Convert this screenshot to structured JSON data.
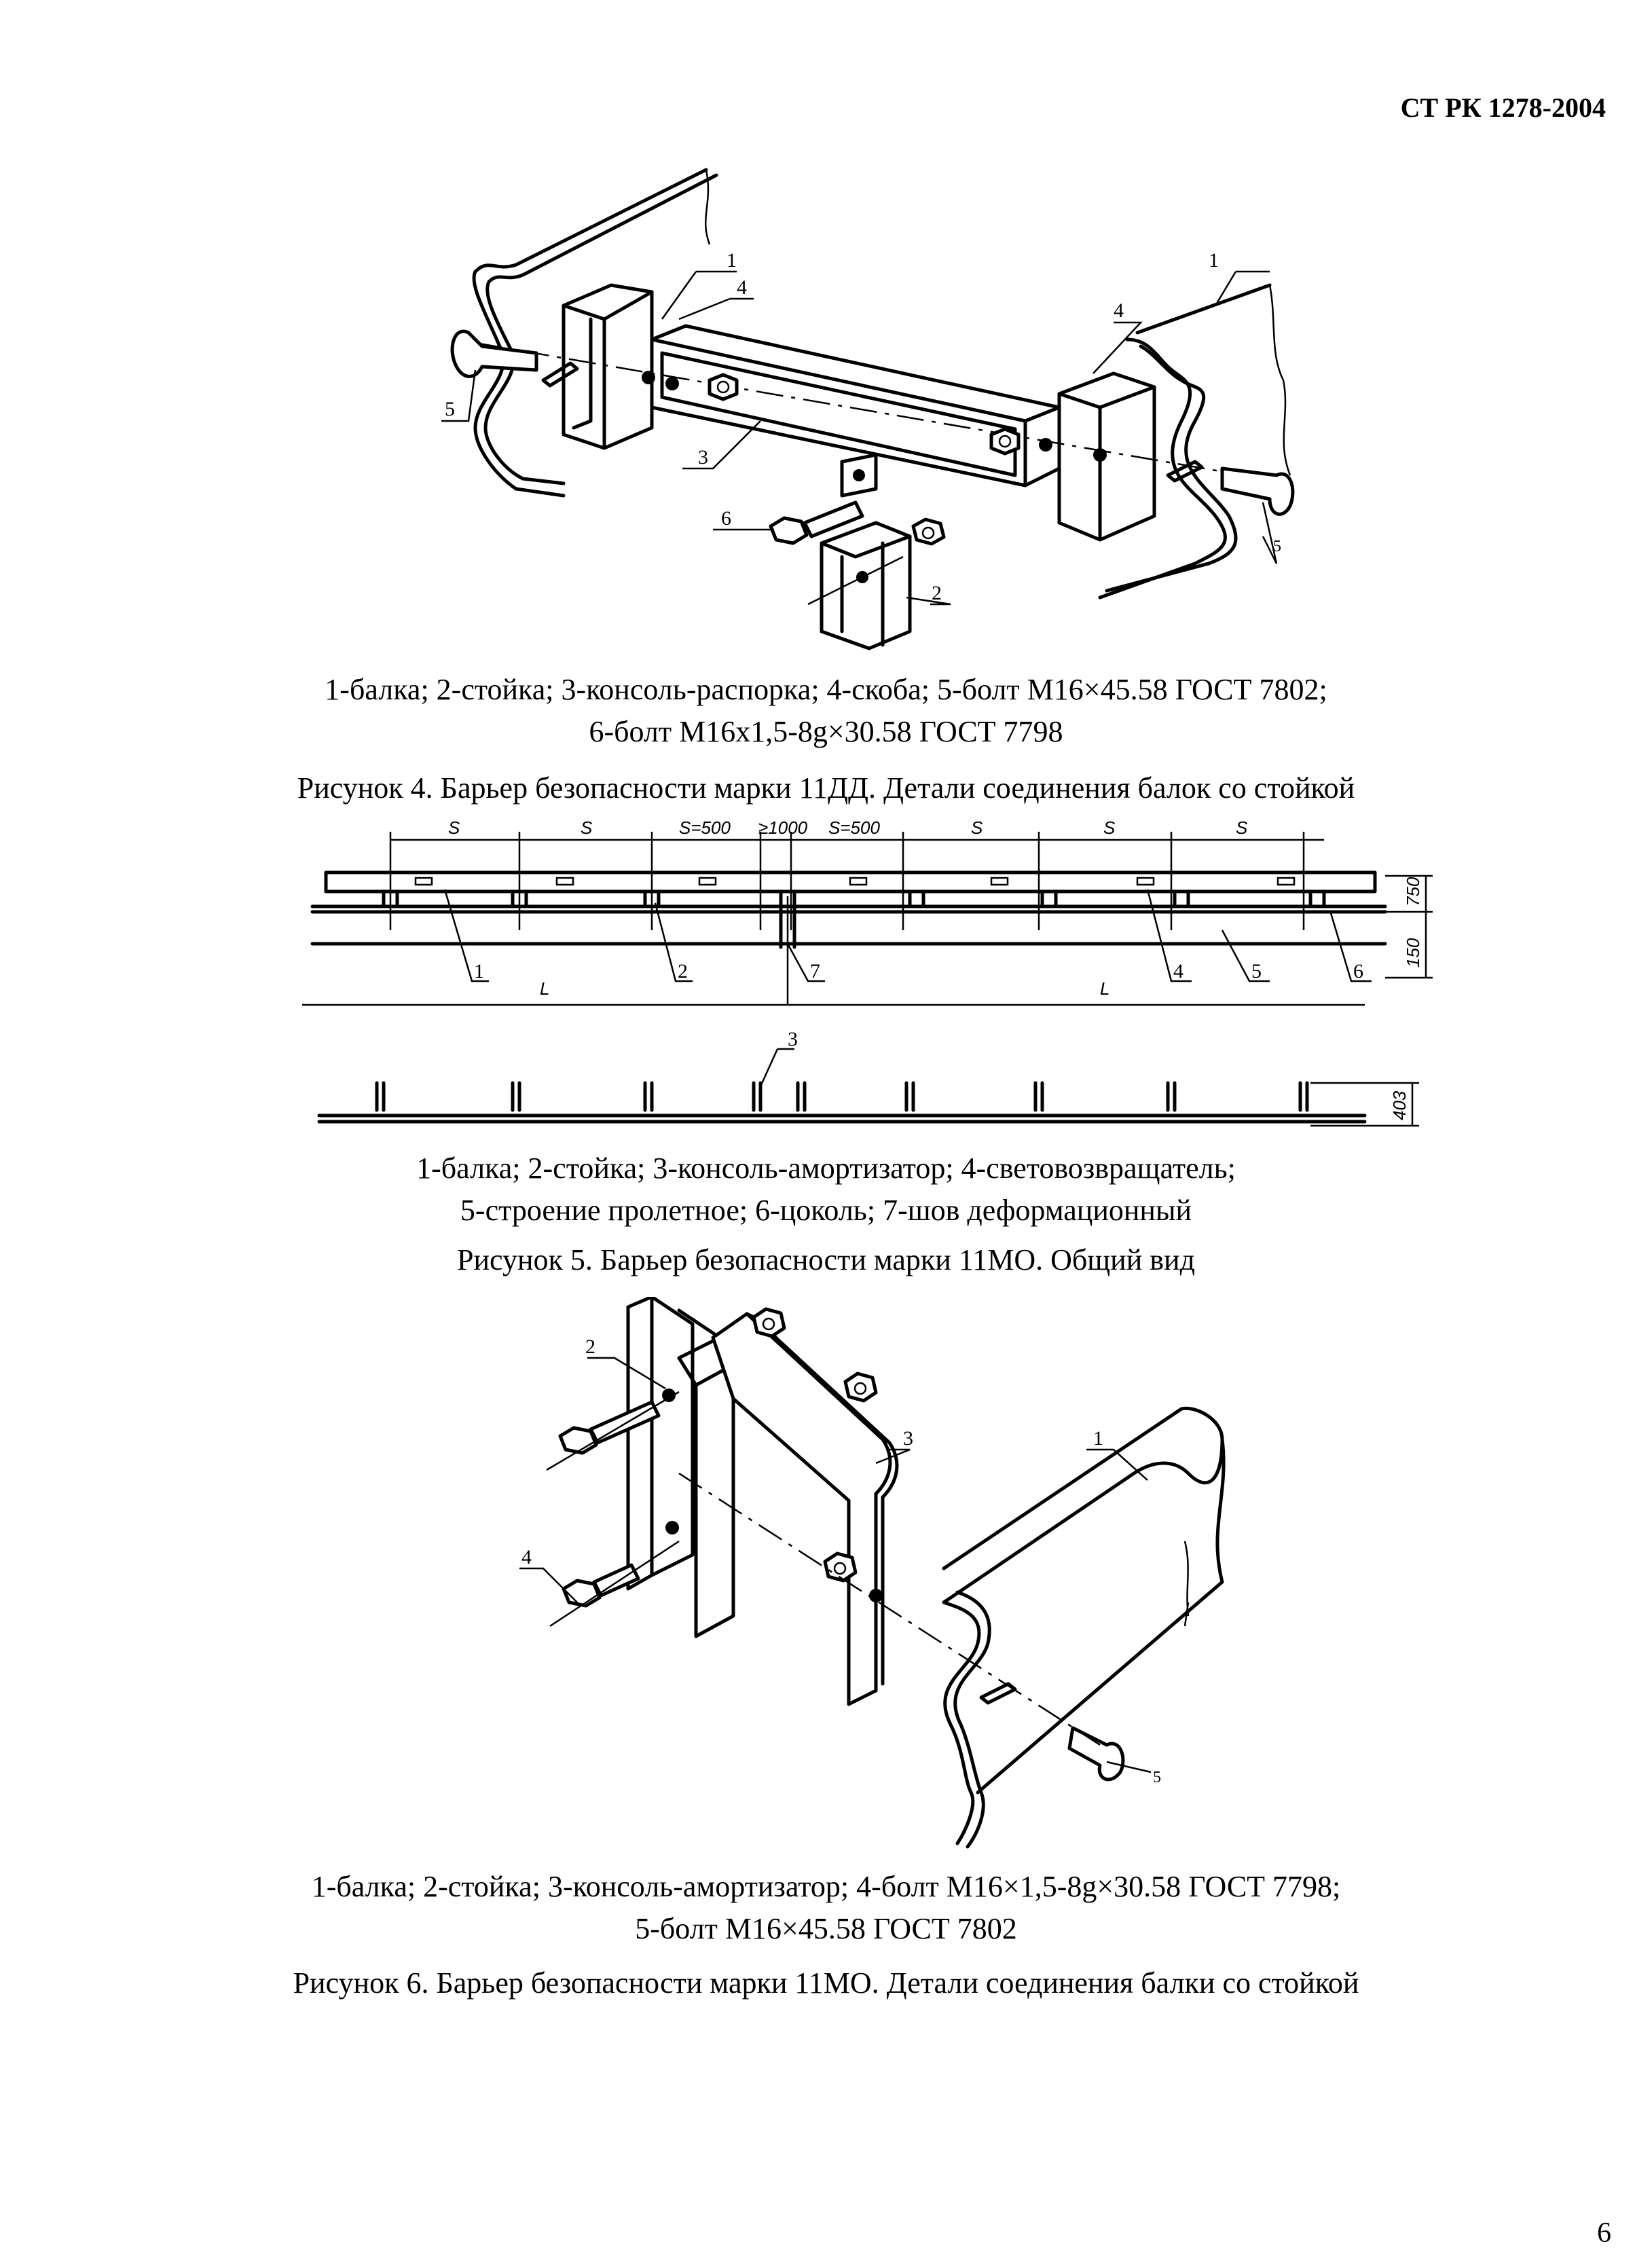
{
  "header": {
    "doc_code": "СТ РК 1278-2004"
  },
  "figure4": {
    "callouts": {
      "beam": "1",
      "post": "2",
      "console": "3",
      "bracket": "4",
      "bolt_a": "5",
      "bolt_b": "6"
    },
    "legend_line1": "1-балка; 2-стойка; 3-консоль-распорка; 4-скоба; 5-болт М16×45.58 ГОСТ 7802;",
    "legend_line2": "6-болт М16х1,5-8g×30.58 ГОСТ 7798",
    "title": "Рисунок 4. Барьер безопасности марки 11ДД. Детали соединения балок со стойкой"
  },
  "figure5": {
    "dims": {
      "s": "S",
      "s500": "S=500",
      "gap": "≥1000",
      "l": "L",
      "h750": "750",
      "h150": "150",
      "h403": "403"
    },
    "callouts": {
      "c1": "1",
      "c2": "2",
      "c3": "3",
      "c4": "4",
      "c5": "5",
      "c6": "6",
      "c7": "7"
    },
    "legend_line1": "1-балка; 2-стойка; 3-консоль-амортизатор; 4-световозвращатель;",
    "legend_line2": "5-строение пролетное; 6-цоколь; 7-шов деформационный",
    "title": "Рисунок 5. Барьер безопасности марки 11МО. Общий вид"
  },
  "figure6": {
    "callouts": {
      "beam": "1",
      "post": "2",
      "console": "3",
      "bolt_a": "4",
      "bolt_b": "5"
    },
    "legend_line1": "1-балка; 2-стойка; 3-консоль-амортизатор; 4-болт М16×1,5-8g×30.58 ГОСТ 7798;",
    "legend_line2": "5-болт М16×45.58 ГОСТ 7802",
    "title": "Рисунок 6. Барьер безопасности марки 11МО. Детали соединения балки со стойкой"
  },
  "page_number": "6"
}
